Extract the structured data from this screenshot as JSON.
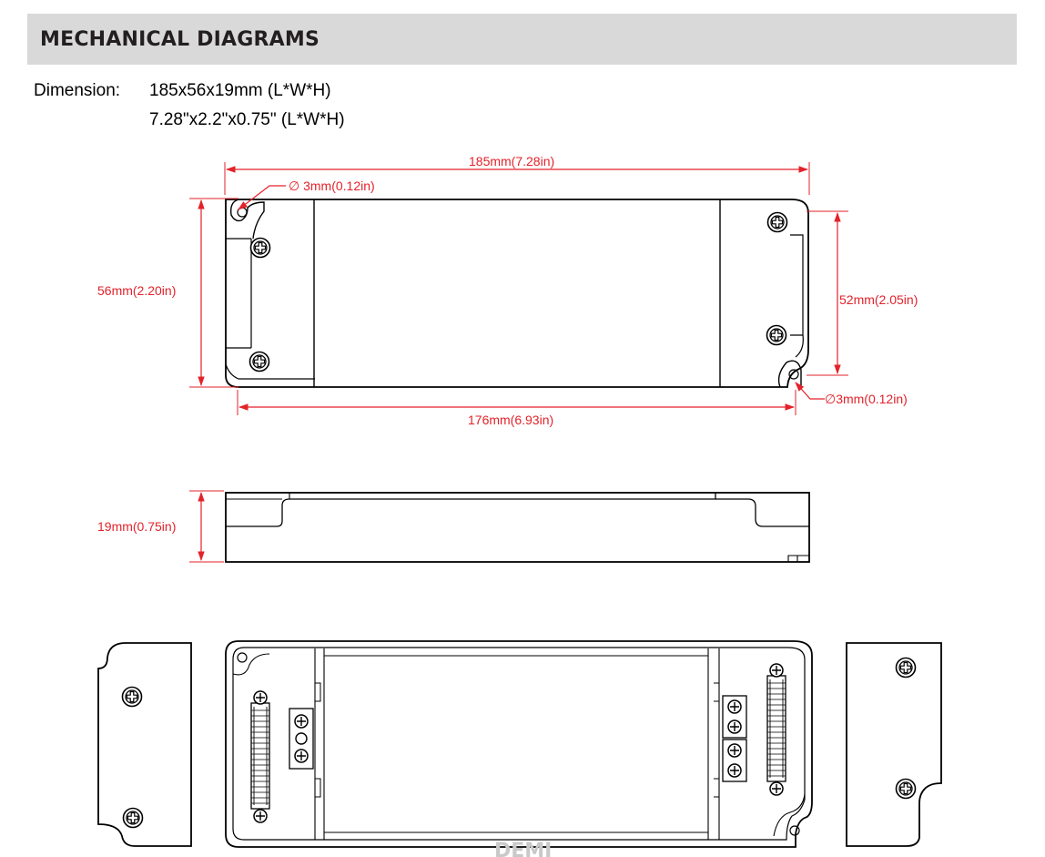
{
  "header": {
    "title": "MECHANICAL DIAGRAMS"
  },
  "dimension": {
    "label": "Dimension:",
    "metric": "185x56x19mm (L*W*H)",
    "imperial": "7.28\"x2.2\"x0.75\" (L*W*H)"
  },
  "top_view": {
    "overall_length": "185mm(7.28in)",
    "hole_diameter_left": "∅ 3mm(0.12in)",
    "overall_width": "56mm(2.20in)",
    "hole_spacing_width": "52mm(2.05in)",
    "hole_diameter_right": "∅3mm(0.12in)",
    "hole_spacing_length": "176mm(6.93in)"
  },
  "side_view": {
    "height": "19mm(0.75in)"
  },
  "watermark": "DEMI",
  "colors": {
    "dimension_line": "#e3222a",
    "outline": "#000000",
    "header_bg": "#d9d9d9"
  }
}
